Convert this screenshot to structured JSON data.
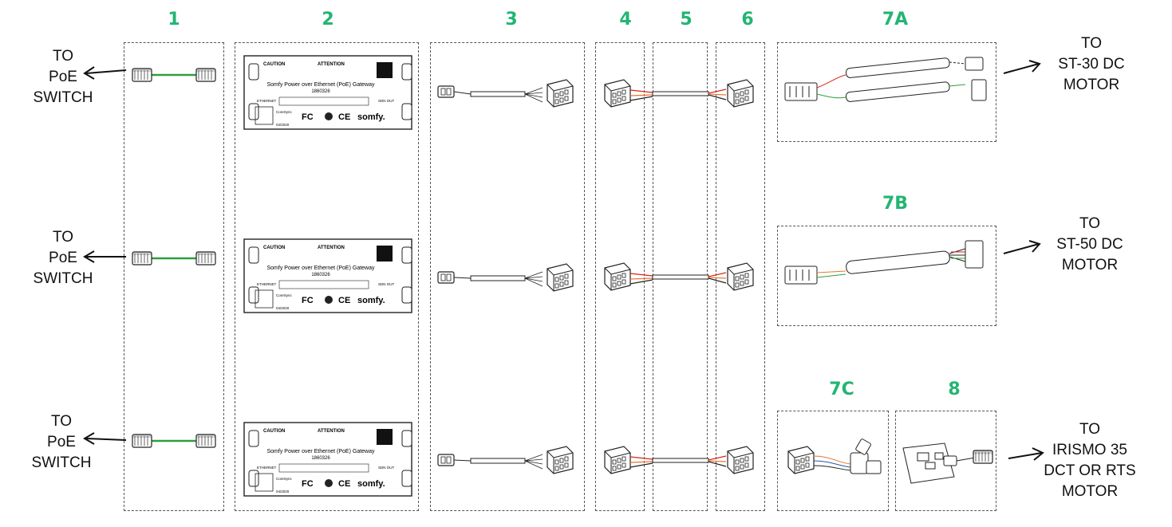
{
  "headers": {
    "h1": "1",
    "h2": "2",
    "h3": "3",
    "h4": "4",
    "h5": "5",
    "h6": "6",
    "h7a": "7A",
    "h7b": "7B",
    "h7c": "7C",
    "h8": "8"
  },
  "colors": {
    "accent": "#22b573",
    "green_cable": "#2e9e3e",
    "red_wire": "#d9261c",
    "orange_wire": "#e8762d"
  },
  "left_labels": [
    {
      "line1": "TO",
      "line2": "PoE",
      "line3": "SWITCH"
    },
    {
      "line1": "TO",
      "line2": "PoE",
      "line3": "SWITCH"
    },
    {
      "line1": "TO",
      "line2": "PoE",
      "line3": "SWITCH"
    }
  ],
  "right_labels": {
    "a": {
      "line1": "TO",
      "line2": "ST-30 DC",
      "line3": "MOTOR"
    },
    "b": {
      "line1": "TO",
      "line2": "ST-50 DC",
      "line3": "MOTOR"
    },
    "c": {
      "line1": "TO",
      "line2": "IRISMO 35",
      "line3": "DCT OR RTS",
      "line4": "MOTOR"
    }
  },
  "gateway": {
    "caution": "CAUTION",
    "attention": "ATTENTION",
    "title": "Somfy Power over Ethernet (PoE) Gateway",
    "part_number": "1860326",
    "ethernet": "ETHERNET",
    "output": "SDN OUT",
    "date": "04/2020",
    "brand": "somfy.",
    "fcc": "FC",
    "ce": "CE",
    "coresync": "CoreSync"
  },
  "icons": [
    "arrow-icon",
    "rj45-plug-icon",
    "terminal-block-icon",
    "motor-connector-icon"
  ]
}
